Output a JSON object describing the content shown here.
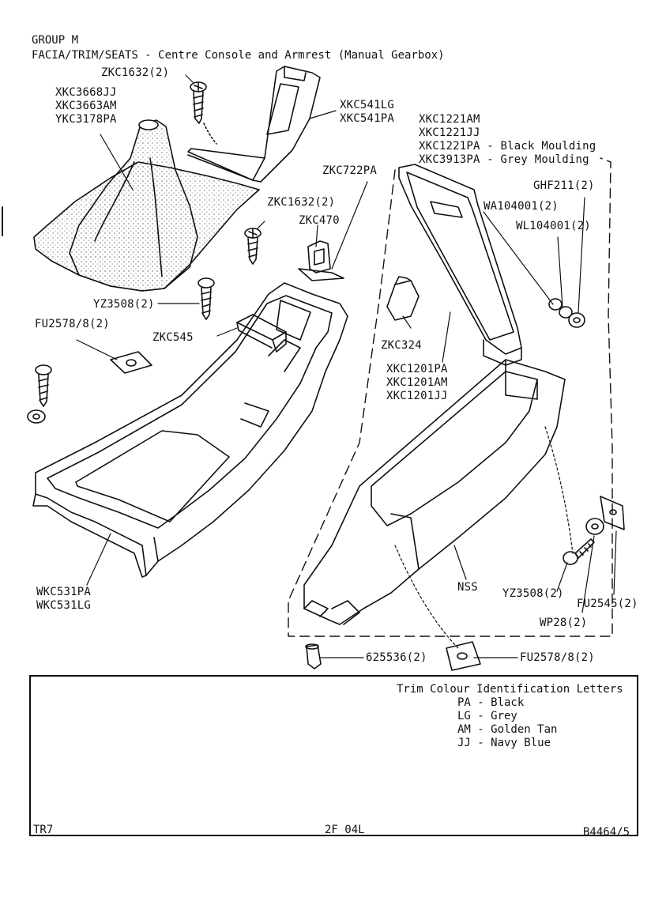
{
  "header": {
    "group": "GROUP M",
    "title": "FACIA/TRIM/SEATS - Centre Console and Armrest (Manual Gearbox)"
  },
  "parts": {
    "zkc1632_top": "ZKC1632(2)",
    "gaiter": "XKC3668JJ\nXKC3663AM\nYKC3178PA",
    "xkc541": "XKC541LG\nXKC541PA",
    "xkc1221": "XKC1221AM\nXKC1221JJ\nXKC1221PA - Black Moulding\nXKC3913PA - Grey Moulding",
    "zkc722pa": "ZKC722PA",
    "ghf211": "GHF211(2)",
    "wa104001": "WA104001(2)",
    "wl104001": "WL104001(2)",
    "zkc1632_mid": "ZKC1632(2)",
    "zkc470": "ZKC470",
    "yz3508_left": "YZ3508(2)",
    "zkc545": "ZKC545",
    "fu2578_left": "FU2578/8(2)",
    "zkc324": "ZKC324",
    "xkc1201": "XKC1201PA\nXKC1201AM\nXKC1201JJ",
    "wkc531": "WKC531PA\nWKC531LG",
    "nss": "NSS",
    "yz3508_right": "YZ3508(2)",
    "fu2545": "FU2545(2)",
    "wp28": "WP28(2)",
    "p625536": "625536(2)",
    "fu2578_bottom": "FU2578/8(2)"
  },
  "legend": {
    "title": "Trim Colour Identification Letters",
    "rows": [
      "PA - Black",
      "LG - Grey",
      "AM - Golden Tan",
      "JJ - Navy Blue"
    ]
  },
  "footer": {
    "model": "TR7",
    "page": "2F 04L",
    "ref": "B4464/5"
  }
}
